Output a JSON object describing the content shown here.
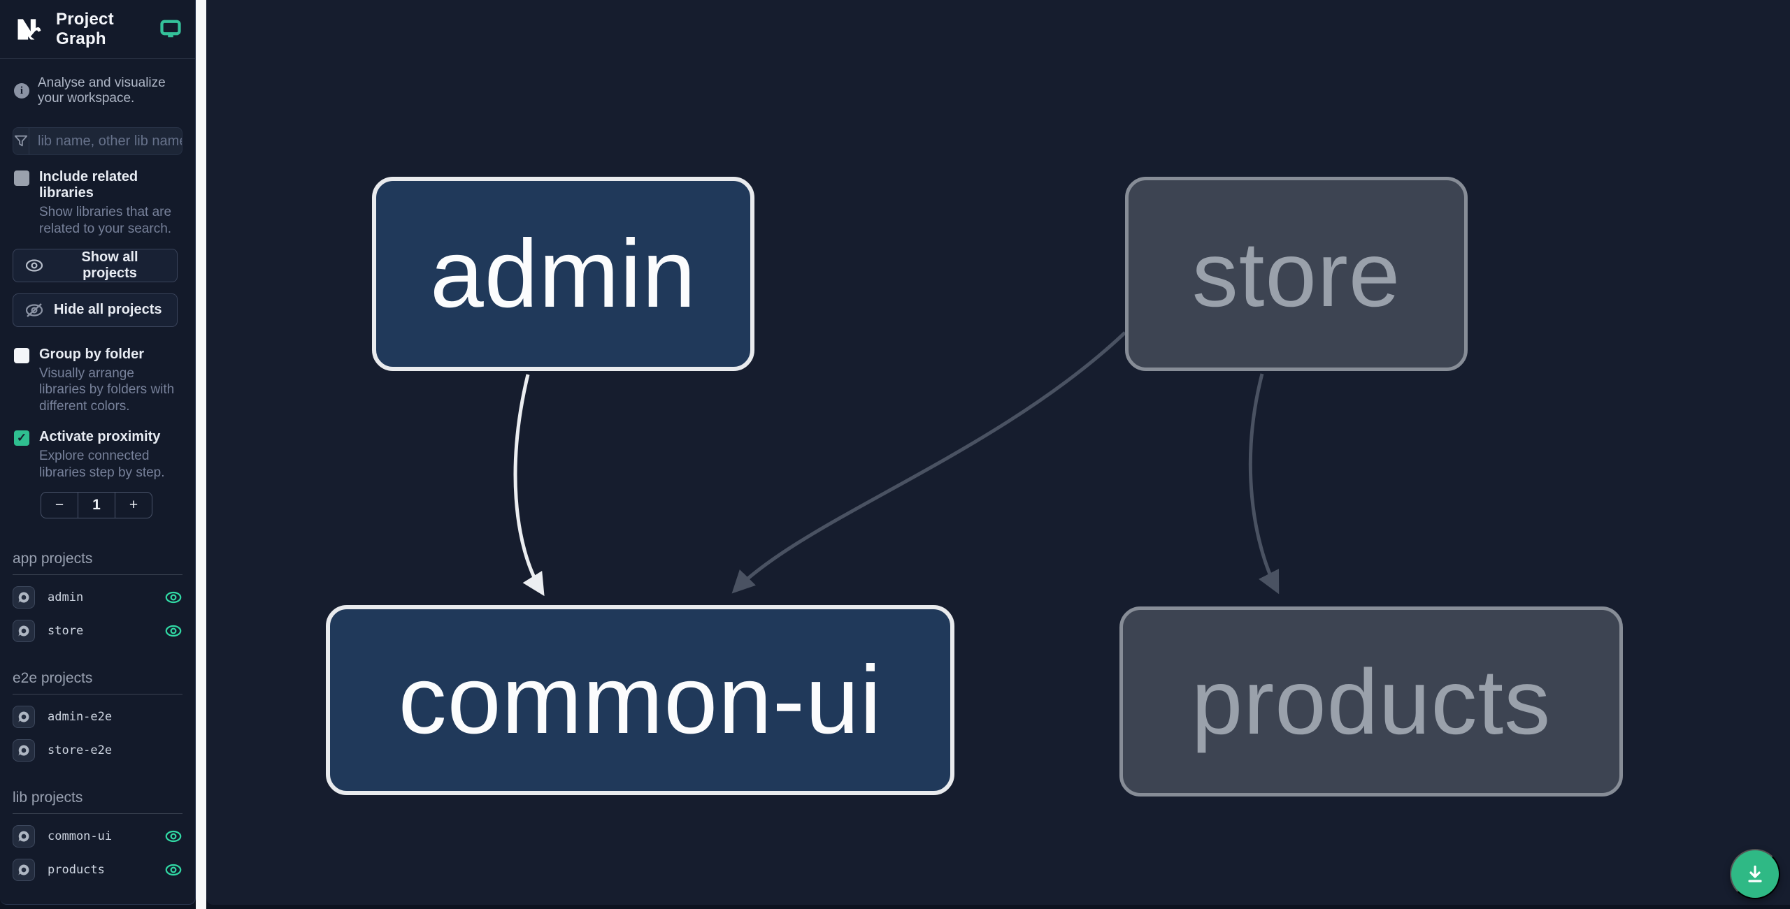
{
  "header": {
    "title": "Project Graph",
    "logo_icon": "nx-logo",
    "monitor_icon": "monitor-icon"
  },
  "sidebar": {
    "tagline": "Analyse and visualize your workspace.",
    "search": {
      "placeholder": "lib name, other lib name",
      "value": "",
      "icon": "funnel-icon"
    },
    "include_related": {
      "label": "Include related libraries",
      "description": "Show libraries that are related to your search.",
      "checked": false
    },
    "buttons": {
      "show_all": {
        "label": "Show all projects",
        "icon": "eye-icon"
      },
      "hide_all": {
        "label": "Hide all projects",
        "icon": "eye-off-icon"
      }
    },
    "group_by_folder": {
      "label": "Group by folder",
      "description": "Visually arrange libraries by folders with different colors.",
      "checked": false
    },
    "activate_proximity": {
      "label": "Activate proximity",
      "description": "Explore connected libraries step by step.",
      "checked": true
    },
    "proximity_stepper": {
      "decrement": "−",
      "value": "1",
      "increment": "+"
    },
    "sections": [
      {
        "title": "app projects",
        "items": [
          {
            "name": "admin",
            "visible": true
          },
          {
            "name": "store",
            "visible": true
          }
        ]
      },
      {
        "title": "e2e projects",
        "items": [
          {
            "name": "admin-e2e",
            "visible": false
          },
          {
            "name": "store-e2e",
            "visible": false
          }
        ]
      },
      {
        "title": "lib projects",
        "items": [
          {
            "name": "common-ui",
            "visible": true
          },
          {
            "name": "products",
            "visible": true
          }
        ]
      }
    ]
  },
  "graph": {
    "nodes": [
      {
        "id": "admin",
        "label": "admin",
        "state": "focused"
      },
      {
        "id": "store",
        "label": "store",
        "state": "faded"
      },
      {
        "id": "common-ui",
        "label": "common-ui",
        "state": "focused"
      },
      {
        "id": "products",
        "label": "products",
        "state": "faded"
      }
    ],
    "edges": [
      {
        "source": "admin",
        "target": "common-ui",
        "state": "focused"
      },
      {
        "source": "store",
        "target": "common-ui",
        "state": "faded"
      },
      {
        "source": "store",
        "target": "products",
        "state": "faded"
      }
    ]
  },
  "fab": {
    "icon": "download-icon"
  },
  "colors": {
    "accent_green": "#2fb985",
    "eye_green": "#31d8a4",
    "checkbox_green": "#2fbf90",
    "sidebar_bg": "#131a2a",
    "canvas_bg": "#161d2e",
    "node_focused_fill": "#20395a",
    "node_focused_border": "#e9ebee",
    "node_faded_fill": "#3d4452",
    "node_faded_border": "#878d97",
    "edge_focused": "#eceef1",
    "edge_faded": "#4a5262"
  }
}
